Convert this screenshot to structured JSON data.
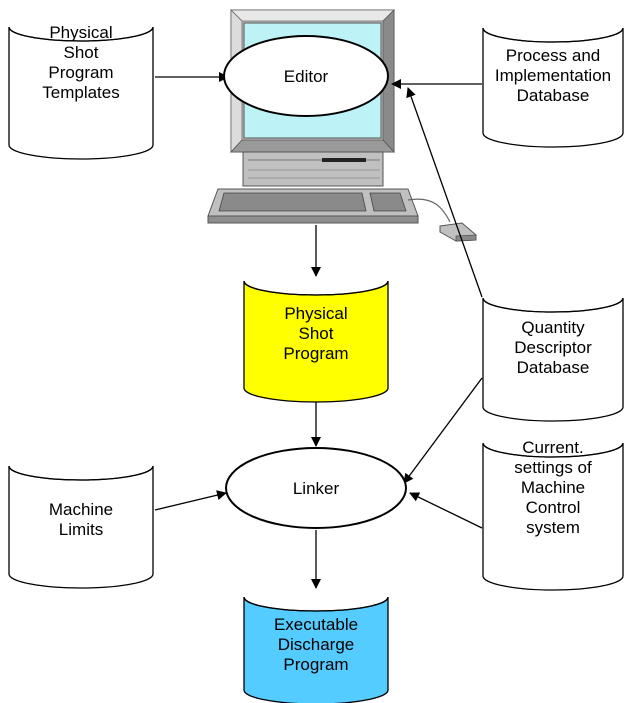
{
  "nodes": {
    "templates": {
      "lines": [
        "Physical",
        "Shot",
        "Program",
        "Templates"
      ],
      "fill": "#ffffff"
    },
    "process_db": {
      "lines": [
        "Process and",
        "Implementation",
        "Database"
      ],
      "fill": "#ffffff"
    },
    "editor": {
      "lines": [
        "Editor"
      ],
      "fill": "#ffffff"
    },
    "shot_program": {
      "lines": [
        "Physical",
        "Shot",
        "Program"
      ],
      "fill": "#ffff00"
    },
    "quantity_db": {
      "lines": [
        "Quantity",
        "Descriptor",
        "Database"
      ],
      "fill": "#ffffff"
    },
    "machine_limits": {
      "lines": [
        "Machine",
        "Limits"
      ],
      "fill": "#ffffff"
    },
    "linker": {
      "lines": [
        "Linker"
      ],
      "fill": "#ffffff"
    },
    "current_settings": {
      "lines": [
        "Current.",
        "settings of",
        "Machine",
        "Control",
        "system"
      ],
      "fill": "#ffffff"
    },
    "executable": {
      "lines": [
        "Executable",
        "Discharge",
        "Program"
      ],
      "fill": "#55ccff"
    }
  },
  "computer": {
    "case_color": "#c0c0c0",
    "screen_color": "#bdf3f7",
    "icons": [
      "monitor-icon",
      "keyboard-icon",
      "mouse-icon"
    ]
  },
  "edges": [
    {
      "from": "templates",
      "to": "editor"
    },
    {
      "from": "process_db",
      "to": "editor"
    },
    {
      "from": "quantity_db",
      "to": "editor"
    },
    {
      "from": "editor",
      "to": "shot_program"
    },
    {
      "from": "shot_program",
      "to": "linker"
    },
    {
      "from": "machine_limits",
      "to": "linker"
    },
    {
      "from": "quantity_db",
      "to": "linker"
    },
    {
      "from": "current_settings",
      "to": "linker"
    },
    {
      "from": "linker",
      "to": "executable"
    }
  ]
}
